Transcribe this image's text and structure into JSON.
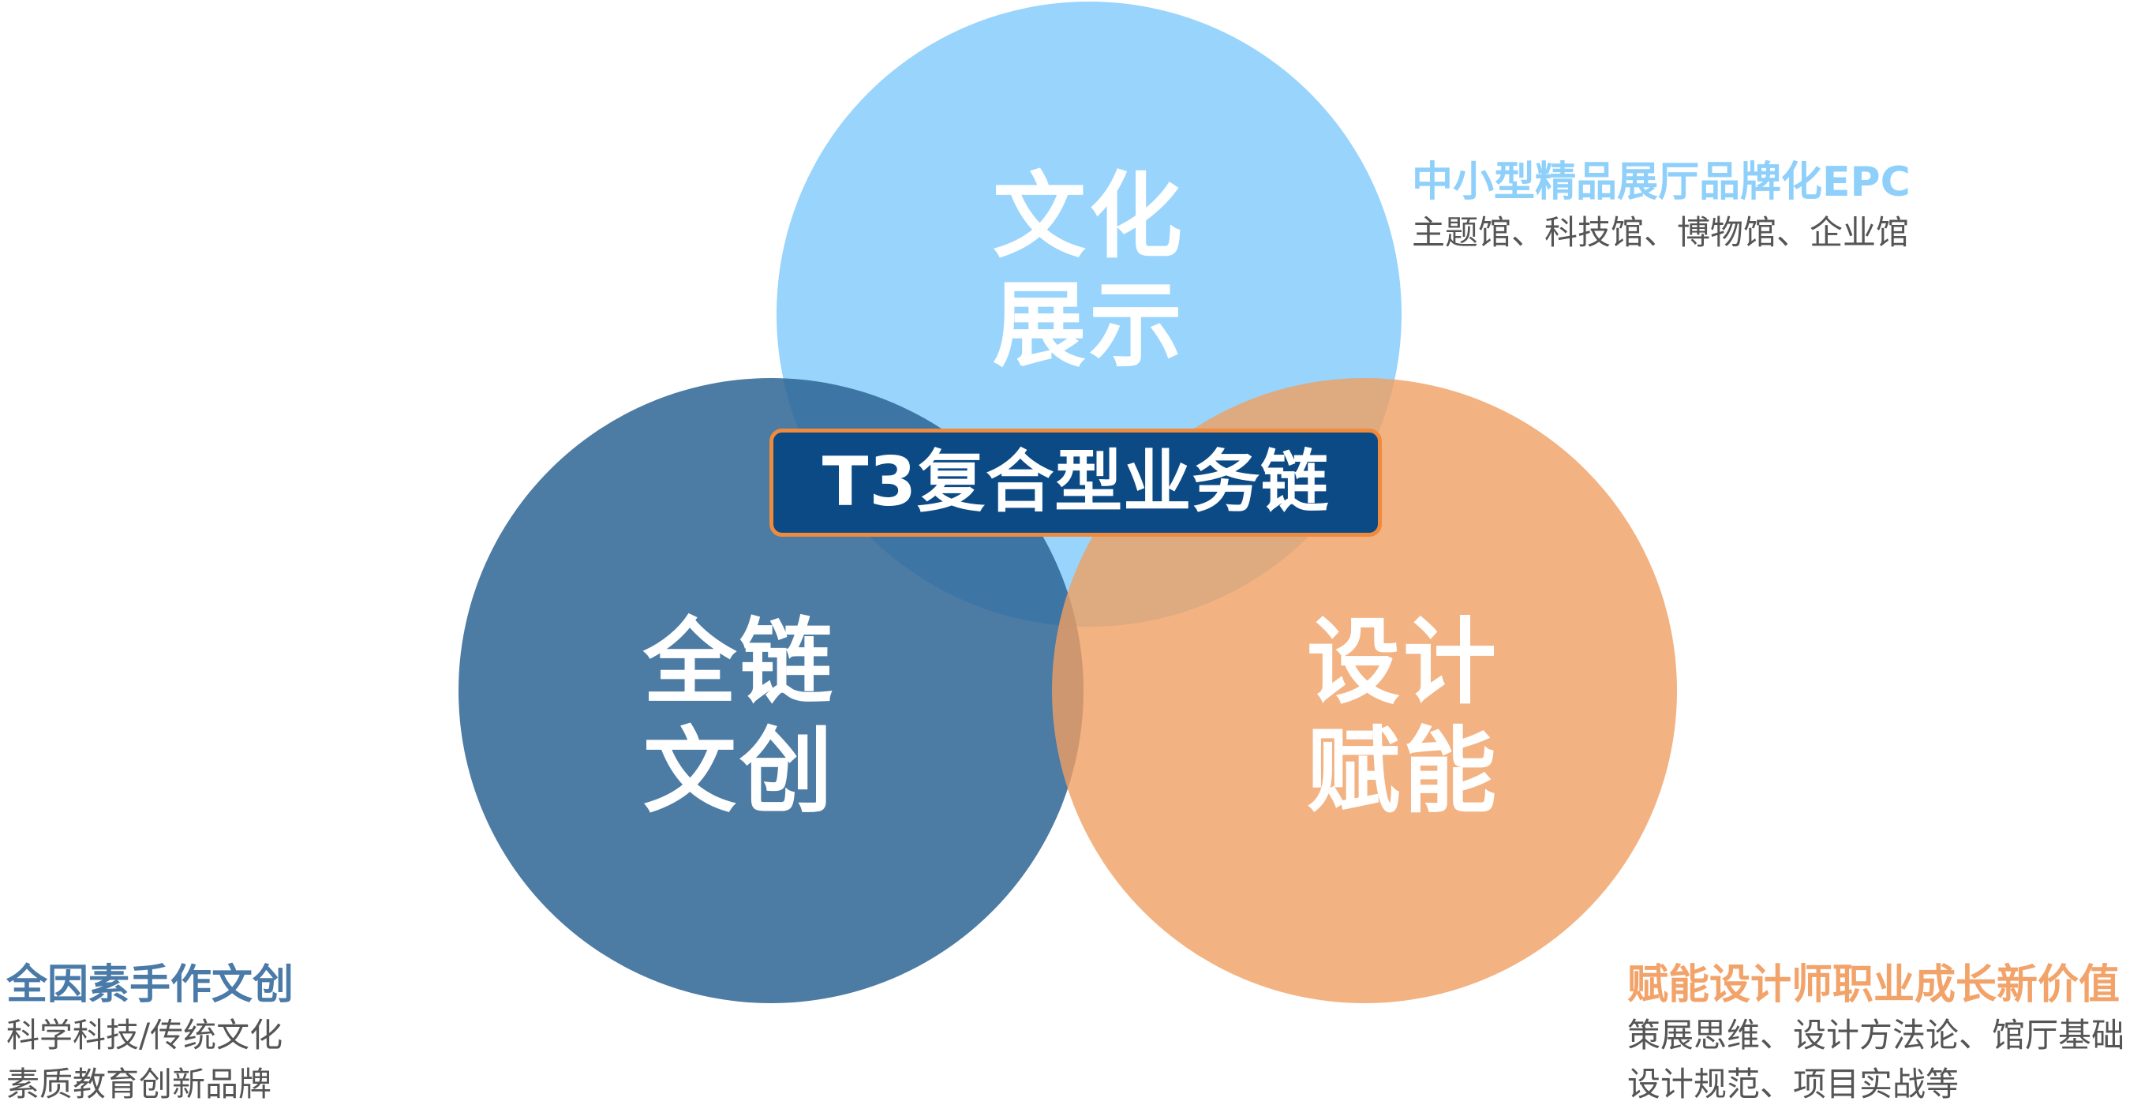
{
  "colors": {
    "culture_circle": "#8fd0fb",
    "creative_circle": "#40729e",
    "design_circle": "#f2aa75",
    "center_box_fill": "#0c4a86",
    "center_box_border": "#f08a3c",
    "culture_heading": "#8fd0fb",
    "creative_heading": "#4a7aa8",
    "design_heading": "#f2a36a",
    "body_text": "#555555"
  },
  "center": {
    "title": "T3复合型业务链"
  },
  "circles": {
    "culture": {
      "line1": "文化",
      "line2": "展示"
    },
    "creative": {
      "line1": "全链",
      "line2": "文创"
    },
    "design": {
      "line1": "设计",
      "line2": "赋能"
    }
  },
  "captions": {
    "culture": {
      "heading": "中小型精品展厅品牌化EPC",
      "lines": [
        "主题馆、科技馆、博物馆、企业馆"
      ]
    },
    "creative": {
      "heading": "全因素手作文创",
      "lines": [
        "科学科技/传统文化",
        "素质教育创新品牌"
      ]
    },
    "design": {
      "heading": "赋能设计师职业成长新价值",
      "lines": [
        "策展思维、设计方法论、馆厅基础",
        "设计规范、项目实战等"
      ]
    }
  }
}
